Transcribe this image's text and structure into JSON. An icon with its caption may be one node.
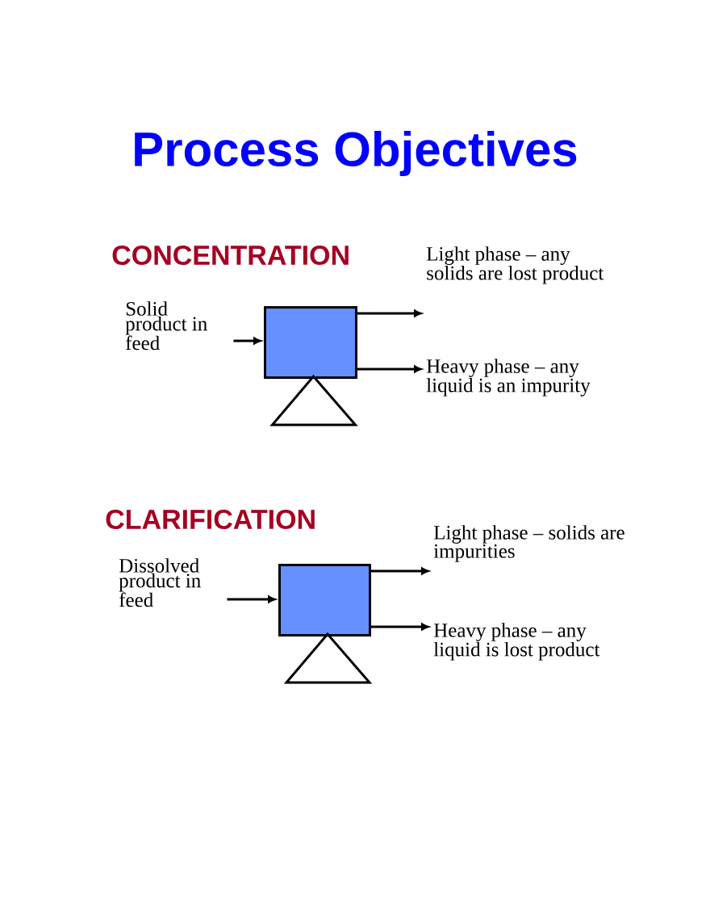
{
  "diagram": {
    "title": "Process Objectives",
    "nodes": [
      {
        "text": [
          "Solid product in feed"
        ]
      },
      {
        "text": [],
        "shape": "box"
      },
      {
        "text": [
          "Light phase – any solids are lost product"
        ]
      },
      {
        "text": [
          "Heavy phase – any liquid is an impurity"
        ]
      },
      {
        "text": [
          "Dissolved product in feed"
        ]
      },
      {
        "text": [],
        "shape": "box"
      },
      {
        "text": [
          "Light phase – solids are impurities"
        ]
      },
      {
        "text": [
          "Heavy phase – any liquid is lost product"
        ]
      }
    ],
    "edges": [
      {
        "from": 0,
        "to": 1,
        "arrow": "to"
      },
      {
        "from": 1,
        "to": 2,
        "arrow": "to"
      },
      {
        "from": 1,
        "to": 3,
        "arrow": "to"
      },
      {
        "from": 4,
        "to": 5,
        "arrow": "to"
      },
      {
        "from": 5,
        "to": 6,
        "arrow": "to"
      },
      {
        "from": 5,
        "to": 7,
        "arrow": "to"
      }
    ],
    "labels": [
      "CONCENTRATION",
      "CLARIFICATION"
    ]
  }
}
